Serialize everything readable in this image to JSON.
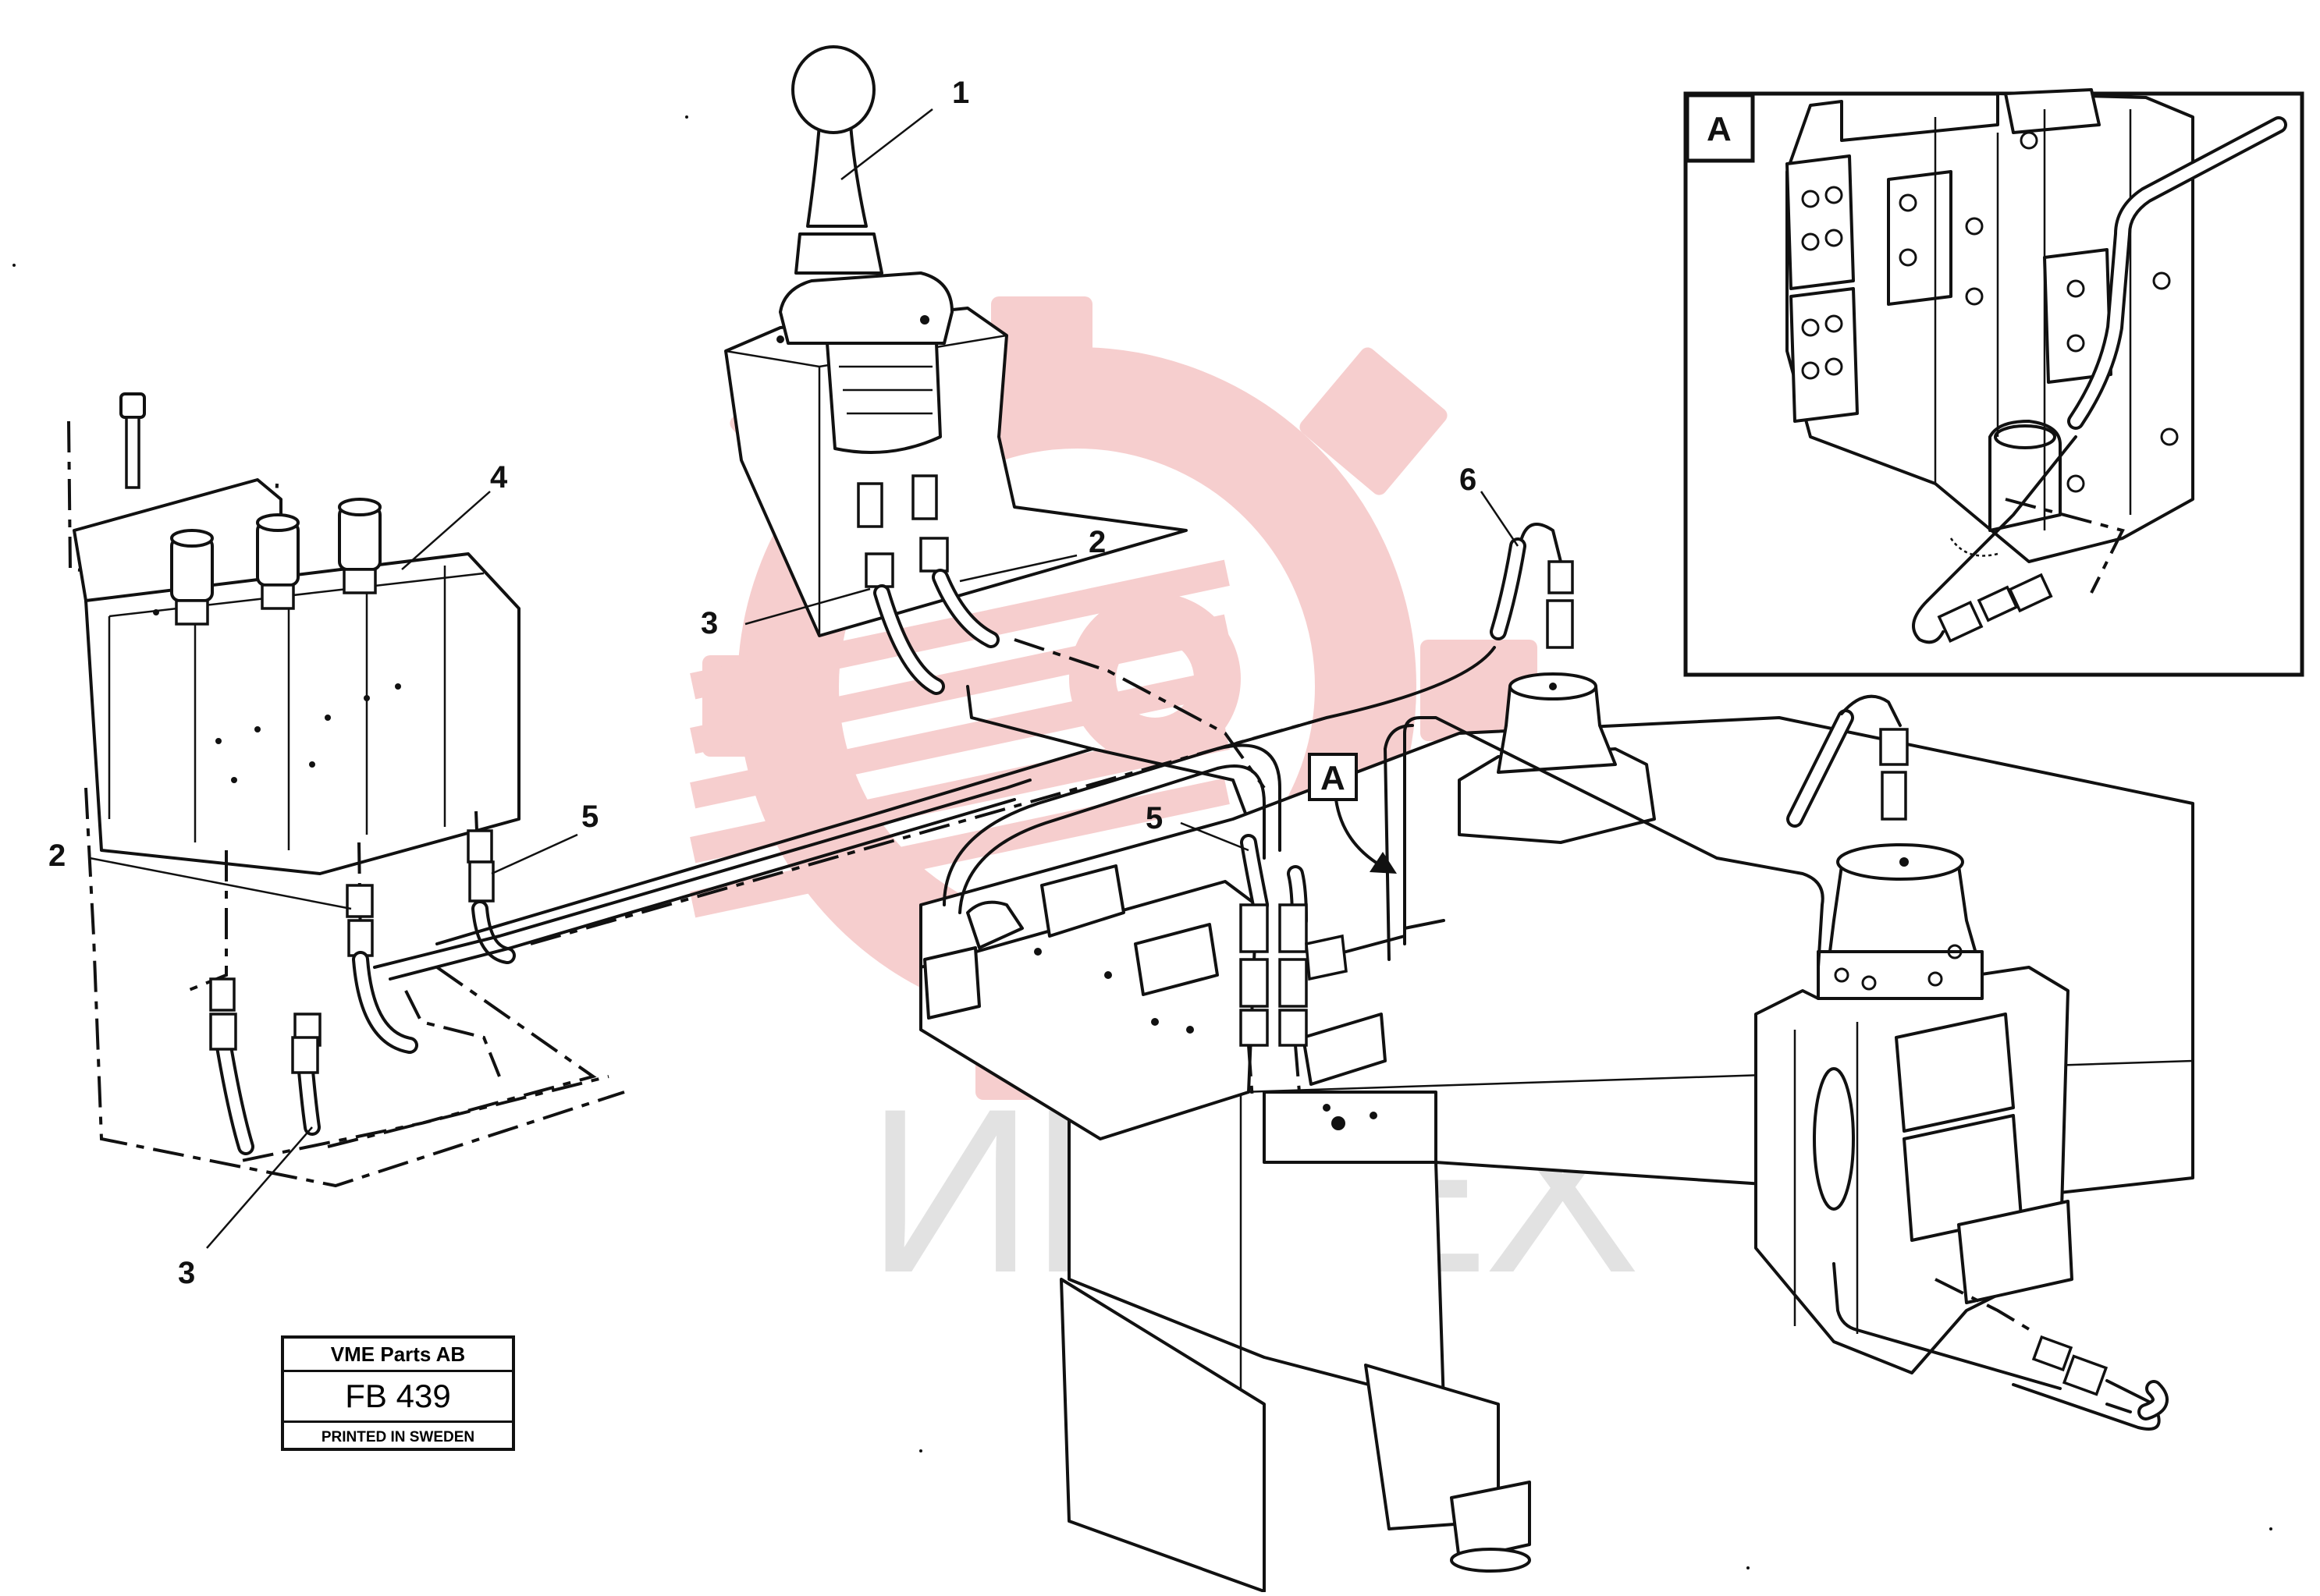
{
  "callouts": {
    "c1": "1",
    "c2_top": "2",
    "c3_top": "3",
    "c4": "4",
    "c5_left": "5",
    "c2_left": "2",
    "c3_left": "3",
    "c5_center": "5",
    "c6": "6"
  },
  "views": {
    "detail_label": "A",
    "marker_label": "A"
  },
  "stamp": {
    "company": "VME Parts AB",
    "code": "FB 439",
    "printed": "PRINTED IN SWEDEN"
  },
  "watermark": {
    "text": "ИНТЕХ",
    "color": "#e8e8e8",
    "logo_color": "#f5c6c6"
  }
}
